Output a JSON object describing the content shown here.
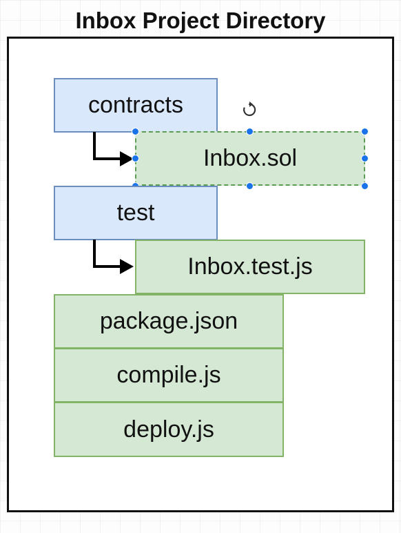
{
  "diagram": {
    "title": "Inbox Project Directory",
    "folders": {
      "contracts": "contracts",
      "test": "test"
    },
    "files": {
      "inbox_sol": "Inbox.sol",
      "inbox_test": "Inbox.test.js",
      "package_json": "package.json",
      "compile_js": "compile.js",
      "deploy_js": "deploy.js"
    },
    "colors": {
      "folder_fill": "#dae8fc",
      "folder_stroke": "#6c8ebf",
      "file_fill": "#d5e8d4",
      "file_stroke": "#82b366",
      "selection_handle": "#1a73e8"
    },
    "icons": [
      "arrow-right-icon",
      "rotate-icon",
      "resize-handle-icon"
    ]
  }
}
